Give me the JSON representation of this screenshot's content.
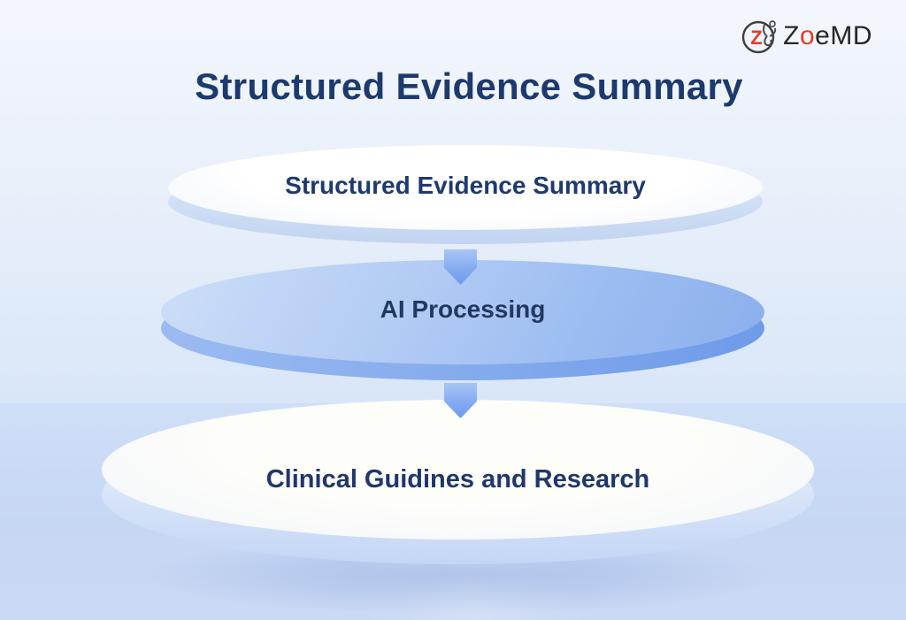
{
  "title": "Structured Evidence Summary",
  "logo": {
    "brand": "ZoeMD",
    "icon_letter": "Z",
    "text_p1": "Z",
    "text_accent": "o",
    "text_p2": "eMD"
  },
  "layers": [
    {
      "id": "output",
      "label": "Structured Evidence Summary",
      "style": "white"
    },
    {
      "id": "process",
      "label": "AI Processing",
      "style": "blue"
    },
    {
      "id": "source",
      "label": "Clinical Guidines and Research",
      "style": "white"
    }
  ],
  "colors": {
    "title_navy": "#1d3a6d",
    "label_navy": "#21395f",
    "accent_red": "#e8372c",
    "disc_blue": "#8bafed",
    "arrow_blue": "#84abf1",
    "background_top": "#f3f7fd",
    "background_floor": "#c6d7f4"
  }
}
